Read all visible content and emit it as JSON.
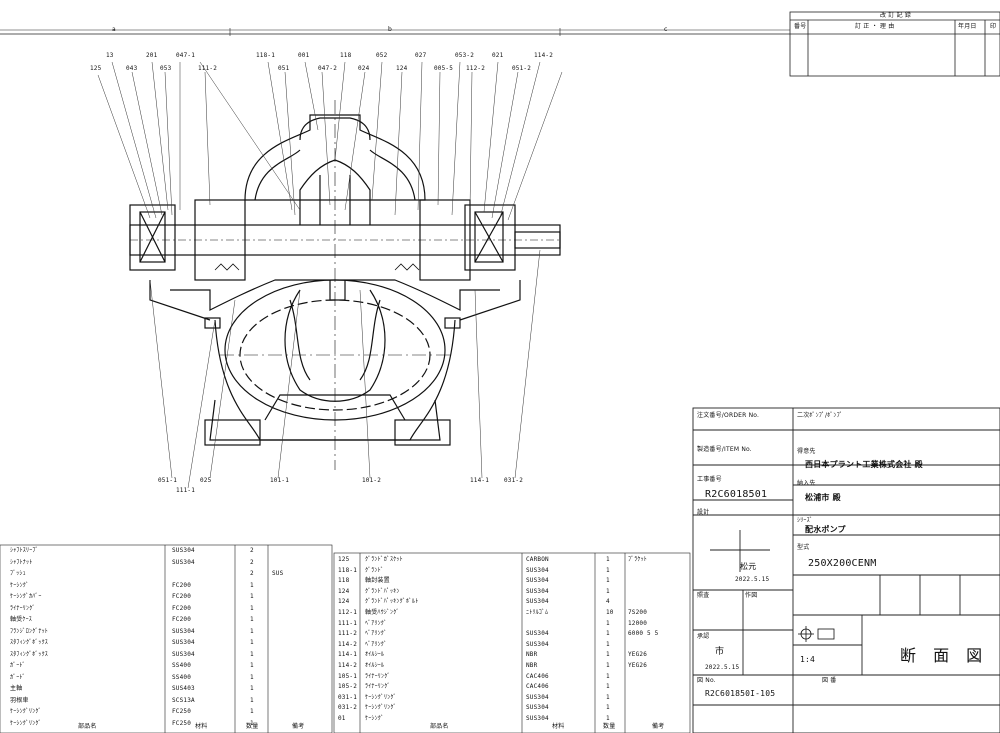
{
  "drawing": {
    "grid_labels": [
      "a",
      "b",
      "c"
    ],
    "leader_labels_top": [
      "125",
      "13",
      "043",
      "201",
      "053",
      "047-1",
      "111-2",
      "118-1",
      "051",
      "001",
      "047-2",
      "118",
      "024",
      "052",
      "124",
      "027",
      "005-5",
      "053-2",
      "112-2",
      "021",
      "051-2",
      "114-2"
    ],
    "leader_labels_bottom": [
      "051-1",
      "111-1",
      "025",
      "101-1",
      "101-2",
      "114-1",
      "031-2"
    ],
    "revision": {
      "title": "改 訂 記 録",
      "col_no": "番号",
      "col_desc": "訂 正 ・ 理 由",
      "col_date": "年月日",
      "col_sign": "印"
    }
  },
  "parts_left": {
    "rows": [
      {
        "name": "ｼｬﾌﾄｽﾘｰﾌﾞ",
        "mat": "SUS304",
        "qty": "2",
        "note": ""
      },
      {
        "name": "ｼｬﾌﾄﾅｯﾄ",
        "mat": "SUS304",
        "qty": "2",
        "note": ""
      },
      {
        "name": "ﾌﾞｯｼｭ",
        "mat": "",
        "qty": "2",
        "note": "SUS"
      },
      {
        "name": "ｹｰｼﾝｸﾞ",
        "mat": "FC200",
        "qty": "1",
        "note": ""
      },
      {
        "name": "ｹｰｼﾝｸﾞｶﾊﾞｰ",
        "mat": "FC200",
        "qty": "1",
        "note": ""
      },
      {
        "name": "ﾗｲﾅｰﾘﾝｸﾞ",
        "mat": "FC200",
        "qty": "1",
        "note": ""
      },
      {
        "name": "軸受ｹｰｽ",
        "mat": "FC200",
        "qty": "1",
        "note": ""
      },
      {
        "name": "ﾌﾗﾝｼﾞﾛﾝｸﾞﾅｯﾄ",
        "mat": "SUS304",
        "qty": "1",
        "note": ""
      },
      {
        "name": "ｽﾀﾌｨﾝｸﾞﾎﾞｯｸｽ",
        "mat": "SUS304",
        "qty": "1",
        "note": ""
      },
      {
        "name": "ｽﾀﾌｨﾝｸﾞﾎﾞｯｸｽ",
        "mat": "SUS304",
        "qty": "1",
        "note": ""
      },
      {
        "name": "ｶﾞｰﾄﾞ",
        "mat": "SS400",
        "qty": "1",
        "note": ""
      },
      {
        "name": "ｶﾞｰﾄﾞ",
        "mat": "SS400",
        "qty": "1",
        "note": ""
      },
      {
        "name": "主軸",
        "mat": "SUS403",
        "qty": "1",
        "note": ""
      },
      {
        "name": "羽根車",
        "mat": "SCS13A",
        "qty": "1",
        "note": ""
      },
      {
        "name": "ｹｰｼﾝｸﾞﾘﾝｸﾞ",
        "mat": "FC250",
        "qty": "1",
        "note": ""
      },
      {
        "name": "ｹｰｼﾝｸﾞﾘﾝｸﾞ",
        "mat": "FC250",
        "qty": "1",
        "note": ""
      }
    ],
    "headers": [
      "部品名",
      "材料",
      "数量",
      "備考"
    ]
  },
  "parts_right": {
    "rows": [
      {
        "no": "125",
        "name": "ｸﾞﾗﾝﾄﾞｶﾞｽｹｯﾄ",
        "mat": "CARBON",
        "qty": "1",
        "note": "ﾌﾞﾗｹｯﾄ"
      },
      {
        "no": "118-1",
        "name": "ｸﾞﾗﾝﾄﾞ",
        "mat": "SUS304",
        "qty": "1",
        "note": ""
      },
      {
        "no": "118",
        "name": "軸封装置",
        "mat": "SUS304",
        "qty": "1",
        "note": ""
      },
      {
        "no": "124",
        "name": "ｸﾞﾗﾝﾄﾞﾊﾟｯｷﾝ",
        "mat": "SUS304",
        "qty": "1",
        "note": ""
      },
      {
        "no": "124",
        "name": "ｸﾞﾗﾝﾄﾞﾊﾟｯｷﾝｸﾞﾎﾞﾙﾄ",
        "mat": "SUS304",
        "qty": "4",
        "note": ""
      },
      {
        "no": "112-1",
        "name": "軸受ﾊｳｼﾞﾝｸﾞ",
        "mat": "ﾆﾄﾘﾙｺﾞﾑ",
        "qty": "10",
        "note": "7S200"
      },
      {
        "no": "111-1",
        "name": "ﾍﾞｱﾘﾝｸﾞ",
        "mat": "",
        "qty": "1",
        "note": "12000"
      },
      {
        "no": "111-2",
        "name": "ﾍﾞｱﾘﾝｸﾞ",
        "mat": "SUS304",
        "qty": "1",
        "note": "6000 5 5"
      },
      {
        "no": "114-2",
        "name": "ﾍﾞｱﾘﾝｸﾞ",
        "mat": "SUS304",
        "qty": "1",
        "note": ""
      },
      {
        "no": "114-1",
        "name": "ｵｲﾙｼｰﾙ",
        "mat": "NBR",
        "qty": "1",
        "note": "YEG26"
      },
      {
        "no": "114-2",
        "name": "ｵｲﾙｼｰﾙ",
        "mat": "NBR",
        "qty": "1",
        "note": "YEG26"
      },
      {
        "no": "105-1",
        "name": "ﾗｲﾅｰﾘﾝｸﾞ",
        "mat": "CAC406",
        "qty": "1",
        "note": ""
      },
      {
        "no": "105-2",
        "name": "ﾗｲﾅｰﾘﾝｸﾞ",
        "mat": "CAC406",
        "qty": "1",
        "note": ""
      },
      {
        "no": "031-1",
        "name": "ｹｰｼﾝｸﾞﾘﾝｸﾞ",
        "mat": "SUS304",
        "qty": "1",
        "note": ""
      },
      {
        "no": "031-2",
        "name": "ｹｰｼﾝｸﾞﾘﾝｸﾞ",
        "mat": "SUS304",
        "qty": "1",
        "note": ""
      },
      {
        "no": "01",
        "name": "ｹｰｼﾝｸﾞ",
        "mat": "SUS304",
        "qty": "1",
        "note": ""
      }
    ],
    "headers": [
      "部品名",
      "材料",
      "数量",
      "備考"
    ]
  },
  "title_block": {
    "customer_label": "注文番号/ORDER No.",
    "customer_value": "二次ﾎﾟﾝﾌﾟ/ﾎﾟﾝﾌﾟ",
    "drawing_no_label": "製造番号/ITEM No.",
    "client_label": "得意先",
    "client_name": "西日本プラント工業株式会社 殿",
    "proj_no_label": "工事番号",
    "proj_no": "R2C6018501",
    "site_label": "納入先",
    "site": "松浦市 殿",
    "design_label": "設計",
    "designer": "松元",
    "design_date": "2022.5.15",
    "pump_label": "ｼﾘｰｽﾞ",
    "pump_name": "配水ポンプ",
    "model_label": "型式",
    "model": "250X200CENM",
    "scale": "1:4",
    "drawing_title": "断 面 図",
    "checked_label": "承認",
    "checker": "市",
    "check_date": "2022.5.15",
    "drawing_number_label": "図 No.",
    "drawing_number": "R2C601850I-105",
    "sheet_label": "図 番",
    "appr_label": "照査",
    "drawn_label": "作図"
  }
}
